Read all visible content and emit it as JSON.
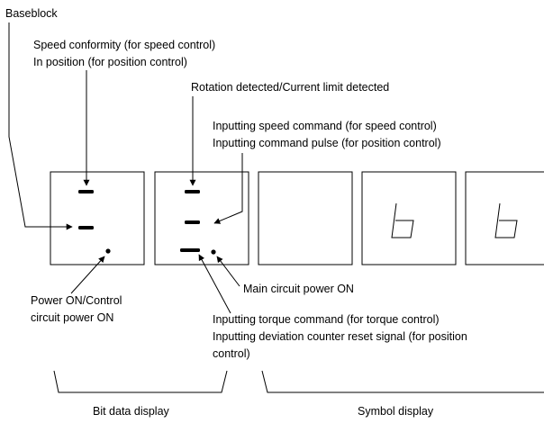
{
  "labels": {
    "baseblock": "Baseblock",
    "speed_conformity": "Speed conformity (for speed control)",
    "in_position": "In position (for position control)",
    "rotation_detected": "Rotation detected/Current limit detected",
    "speed_command": "Inputting speed command (for speed control)",
    "command_pulse": "Inputting command pulse (for position control)",
    "main_circuit_power": "Main circuit power ON",
    "power_on_line1": "Power ON/Control",
    "power_on_line2": "circuit power ON",
    "torque_command": "Inputting torque command (for torque control)",
    "deviation_reset_line1": "Inputting deviation counter reset signal (for position",
    "deviation_reset_line2": "control)",
    "bit_data_display": "Bit data display",
    "symbol_display": "Symbol display"
  },
  "symbol_chars": [
    "b",
    "b"
  ],
  "colors": {
    "ink": "#000000",
    "background": "#ffffff"
  }
}
